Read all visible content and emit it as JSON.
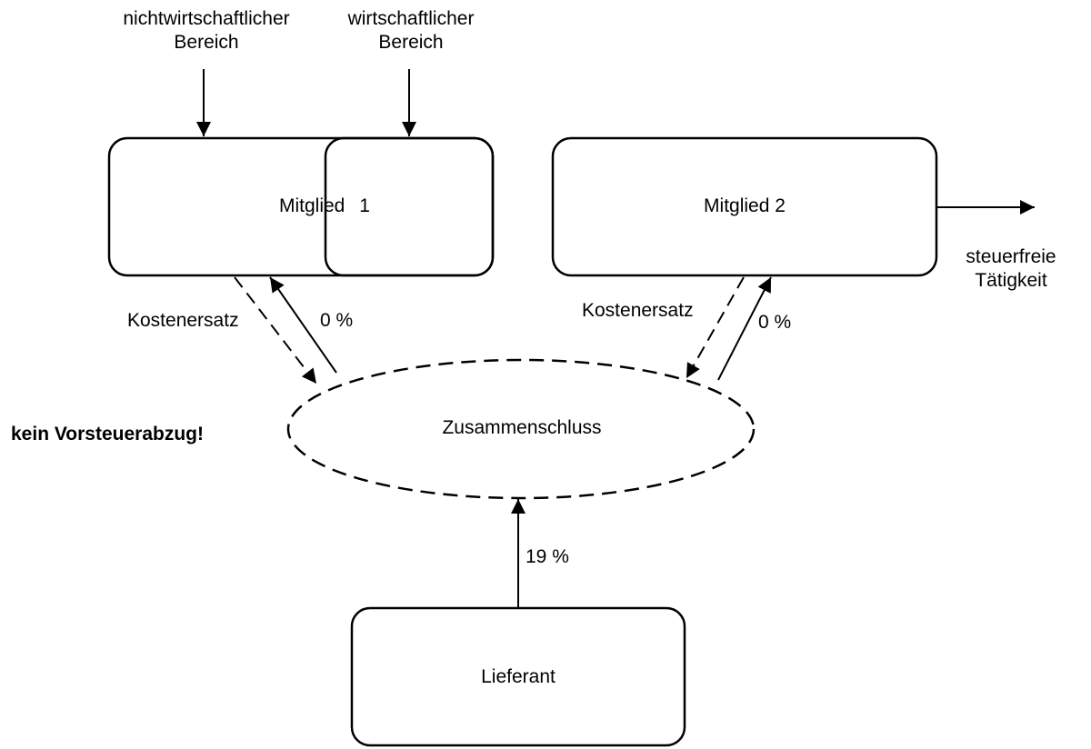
{
  "diagram": {
    "top_labels": {
      "non_economic": [
        "nichtwirtschaftlicher",
        "Bereich"
      ],
      "economic": [
        "wirtschaftlicher",
        "Bereich"
      ]
    },
    "nodes": {
      "member1": "Mitglied 1",
      "member2": "Mitglied 2",
      "association": "Zusammenschluss",
      "supplier": "Lieferant"
    },
    "edges": {
      "member1_cost": "Kostenersatz",
      "member1_rate": "0 %",
      "member2_cost": "Kostenersatz",
      "member2_rate": "0 %",
      "supplier_rate": "19 %"
    },
    "side_notes": {
      "tax_free": [
        "steuerfreie",
        "Tätigkeit"
      ],
      "warning": "kein Vorsteuerabzug!"
    }
  }
}
